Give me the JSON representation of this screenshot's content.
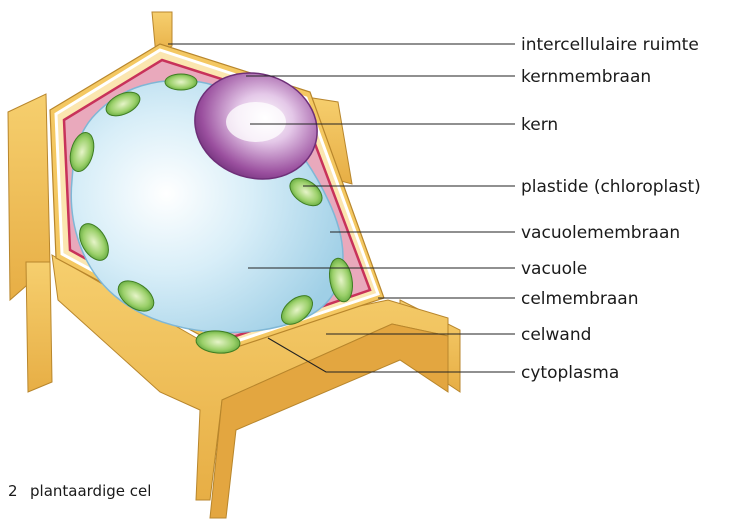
{
  "caption": {
    "number": "2",
    "text": "plantaardige cel"
  },
  "labels": [
    {
      "id": "intercellulaire-ruimte",
      "text": "intercellulaire ruimte"
    },
    {
      "id": "kernmembraan",
      "text": "kernmembraan"
    },
    {
      "id": "kern",
      "text": "kern"
    },
    {
      "id": "plastide",
      "text": "plastide (chloroplast)"
    },
    {
      "id": "vacuolemembraan",
      "text": "vacuolemembraan"
    },
    {
      "id": "vacuole",
      "text": "vacuole"
    },
    {
      "id": "celmembraan",
      "text": "celmembraan"
    },
    {
      "id": "celwand",
      "text": "celwand"
    },
    {
      "id": "cytoplasma",
      "text": "cytoplasma"
    }
  ],
  "colors": {
    "cell_wall": "#f2c15a",
    "cell_wall_dark": "#d9a23c",
    "cytoplasm": "#e9a9bc",
    "cell_membrane": "#c8325a",
    "vacuole": "#b9def0",
    "nucleus": "#9a4f9e",
    "chloroplast": "#8cc45a"
  }
}
